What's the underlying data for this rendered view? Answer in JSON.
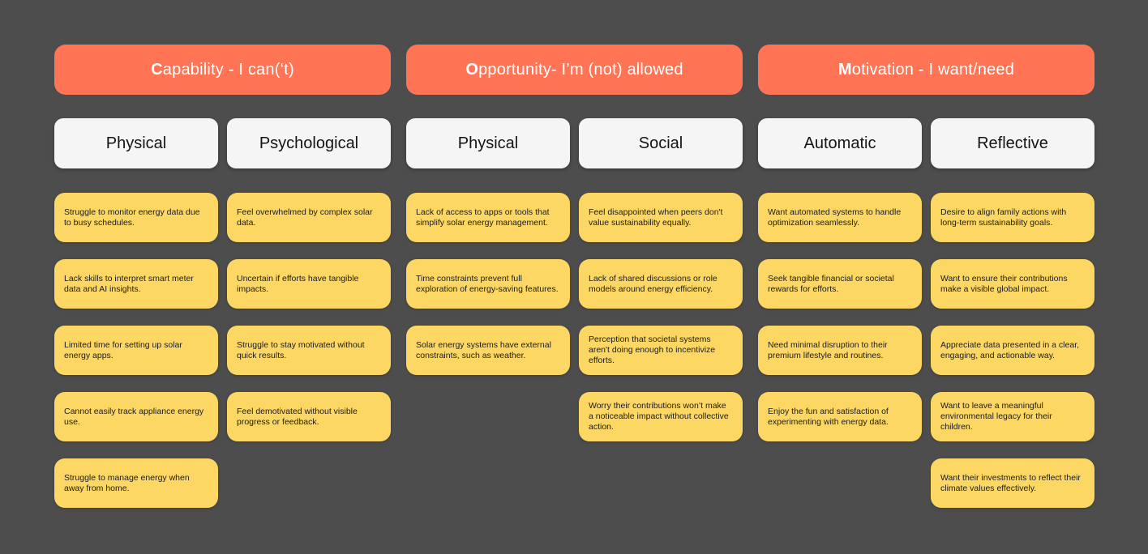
{
  "board": {
    "background_color": "#4d4d4d",
    "header_color": "#ff7454",
    "subheader_color": "#f5f5f5",
    "note_color": "#fcd763",
    "groups": [
      {
        "header": {
          "bold": "C",
          "rest": "apability - I can(‘t)"
        },
        "columns": [
          {
            "label": "Physical",
            "notes": [
              "Struggle to monitor energy data due to busy schedules.",
              "Lack skills to interpret smart meter data and AI insights.",
              "Limited time for setting up solar energy apps.",
              "Cannot easily track appliance energy use.",
              "Struggle to manage energy when away from home."
            ]
          },
          {
            "label": "Psychological",
            "notes": [
              "Feel overwhelmed by complex solar data.",
              "Uncertain if efforts have tangible impacts.",
              "Struggle to stay motivated without quick results.",
              "Feel demotivated without visible progress or feedback."
            ]
          }
        ]
      },
      {
        "header": {
          "bold": "O",
          "rest": "pportunity- I’m (not) allowed"
        },
        "columns": [
          {
            "label": "Physical",
            "notes": [
              "Lack of access to apps or tools that simplify solar energy management.",
              "Time constraints prevent full exploration of energy-saving features.",
              "Solar energy systems have external constraints, such as weather."
            ]
          },
          {
            "label": "Social",
            "notes": [
              "Feel disappointed when peers don't value sustainability equally.",
              "Lack of shared discussions or role models around energy efficiency.",
              "Perception that societal systems aren't doing enough to incentivize efforts.",
              "Worry their contributions won’t make a noticeable impact without collective action."
            ]
          }
        ]
      },
      {
        "header": {
          "bold": "M",
          "rest": "otivation - I want/need"
        },
        "columns": [
          {
            "label": "Automatic",
            "notes": [
              "Want automated systems to handle optimization seamlessly.",
              "Seek tangible financial or societal rewards for efforts.",
              "Need minimal disruption to their premium lifestyle and routines.",
              "Enjoy the fun and satisfaction of experimenting with energy data."
            ]
          },
          {
            "label": "Reflective",
            "notes": [
              "Desire to align family actions with long-term sustainability goals.",
              "Want to ensure their contributions make a visible global impact.",
              "Appreciate data presented in a clear, engaging, and actionable way.",
              "Want to leave a meaningful environmental legacy for their children.",
              "Want their investments to reflect their climate values effectively."
            ]
          }
        ]
      }
    ]
  }
}
